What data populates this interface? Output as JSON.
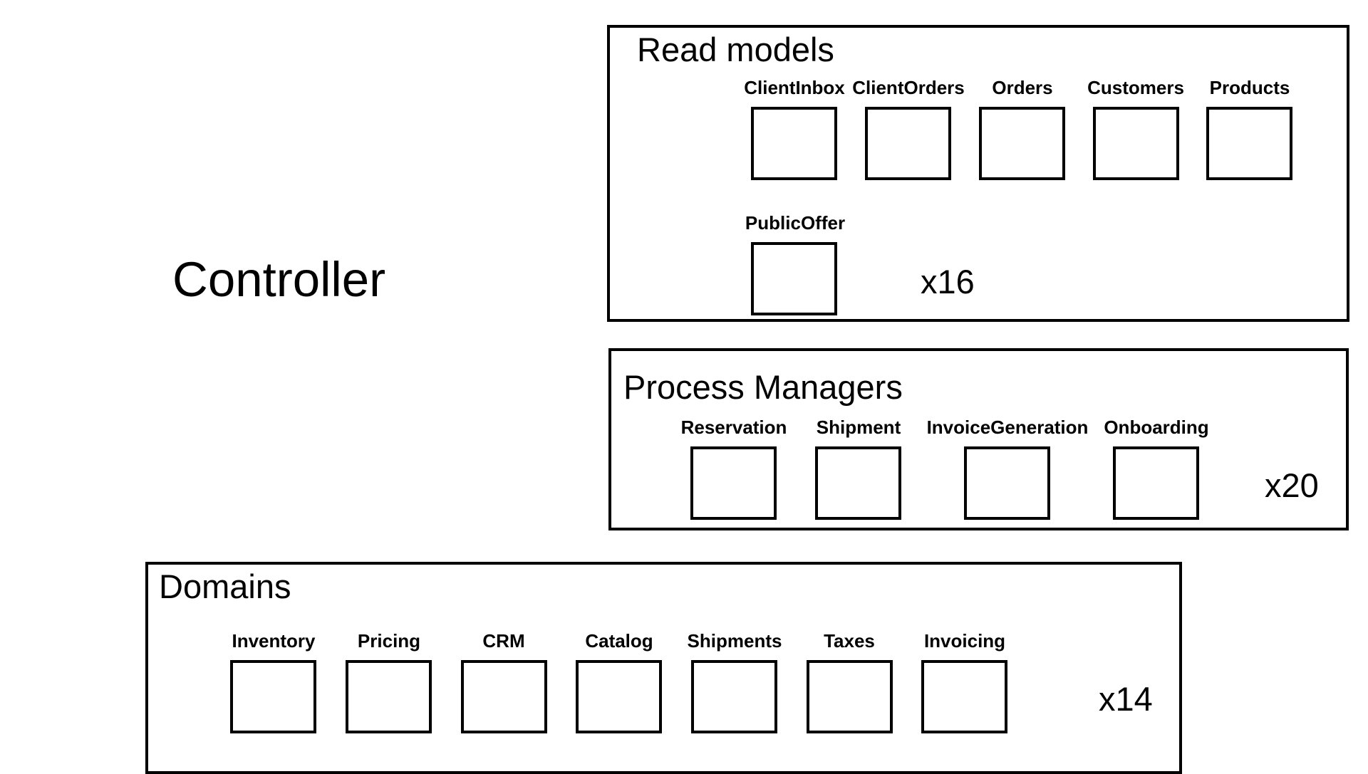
{
  "controller": {
    "label": "Controller"
  },
  "read_models": {
    "title": "Read models",
    "multiplier": "x16",
    "components": [
      "ClientInbox",
      "ClientOrders",
      "Orders",
      "Customers",
      "Products",
      "PublicOffer"
    ]
  },
  "process_managers": {
    "title": "Process Managers",
    "multiplier": "x20",
    "components": [
      "Reservation",
      "Shipment",
      "InvoiceGeneration",
      "Onboarding"
    ]
  },
  "domains": {
    "title": "Domains",
    "multiplier": "x14",
    "components": [
      "Inventory",
      "Pricing",
      "CRM",
      "Catalog",
      "Shipments",
      "Taxes",
      "Invoicing"
    ]
  }
}
